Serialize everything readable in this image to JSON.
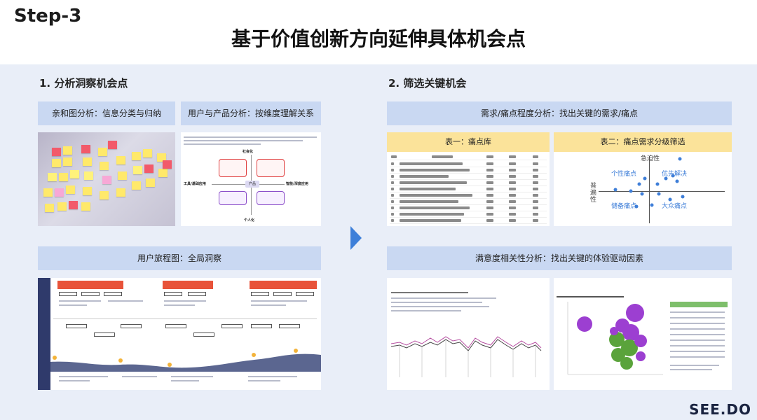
{
  "header": {
    "step": "Step-3",
    "title": "基于价值创新方向延伸具体机会点"
  },
  "left": {
    "section_title": "1. 分析洞察机会点",
    "affinity_label": "亲和图分析：信息分类与归纳",
    "user_product_label": "用户与产品分析：按维度理解关系",
    "journey_label": "用户旅程图：全局洞察",
    "diagram": {
      "top_axis": "社会化",
      "bottom_axis": "个人化",
      "left_axis": "工具/基础应用",
      "right_axis": "智能/深度应用",
      "center": "产品"
    }
  },
  "right": {
    "section_title": "2. 筛选关键机会",
    "pain_label": "需求/痛点程度分析：找出关键的需求/痛点",
    "table1_title": "表一：痛点库",
    "table2_title": "表二：痛点需求分级筛选",
    "quadrant": {
      "y_axis": "急迫性",
      "x_axis": "普遍性",
      "q_tl": "个性痛点",
      "q_tr": "优先解决",
      "q_bl": "储备痛点",
      "q_br": "大众痛点"
    },
    "satisfaction_label": "满意度相关性分析：找出关键的体验驱动因素"
  },
  "brand": {
    "logo": "SEE.DO",
    "accent": "#3d7fd9"
  }
}
